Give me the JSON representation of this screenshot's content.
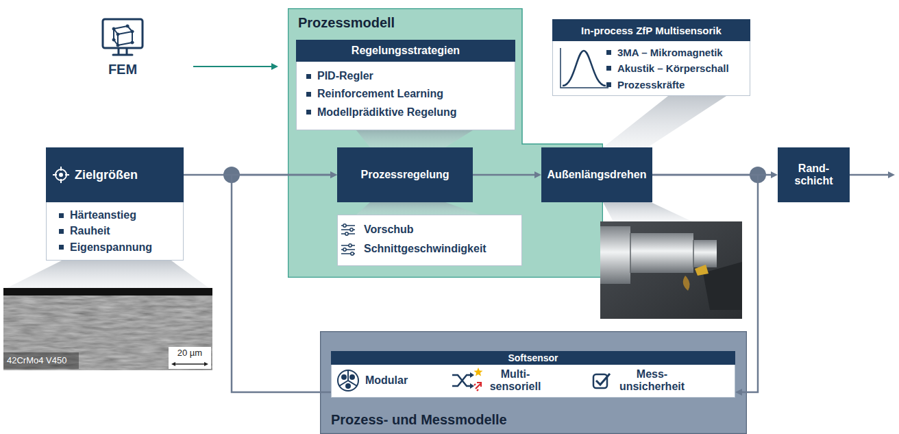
{
  "diagram": {
    "nodes": [
      {
        "text": [
          "Prozessmodell"
        ]
      },
      {
        "text": [
          "Regelungsstrategien",
          "PID-Regler",
          "Reinforcement Learning",
          "Modellprädiktive Regelung"
        ],
        "in": 0
      },
      {
        "text": [
          "Prozessregelung"
        ],
        "in": 0
      },
      {
        "text": [
          "Vorschub",
          "Schnittgeschwindigkeit"
        ],
        "in": 0
      },
      {
        "text": [
          "In-process ZfP Multisensorik",
          "3MA – Mikromagnetik",
          "Akustik – Körperschall",
          "Prozesskräfte"
        ]
      },
      {
        "text": [
          "Zielgrößen",
          "Härteanstieg",
          "Rauheit",
          "Eigenspannung"
        ]
      },
      {
        "text": [
          "Außenlängsdrehen"
        ]
      },
      {
        "text": [
          "Rand- schicht"
        ]
      },
      {
        "text": [
          "Prozess- und Messmodelle"
        ]
      },
      {
        "text": [
          "Softsensor",
          "Modular",
          "Multi- sensoriell",
          "Mess- unsicherheit"
        ],
        "in": 8
      }
    ],
    "edges": [
      {
        "from": 5,
        "to": 2,
        "arrow": "to"
      },
      {
        "from": 2,
        "to": 6,
        "arrow": "to"
      },
      {
        "from": 6,
        "to": 7,
        "arrow": "to"
      },
      {
        "from": 6,
        "to": 9,
        "arrow": "to"
      },
      {
        "from": 9,
        "to": 2,
        "arrow": "to"
      }
    ],
    "labels": [
      "FEM",
      "42CrMo4 V450",
      "20 µm"
    ]
  }
}
